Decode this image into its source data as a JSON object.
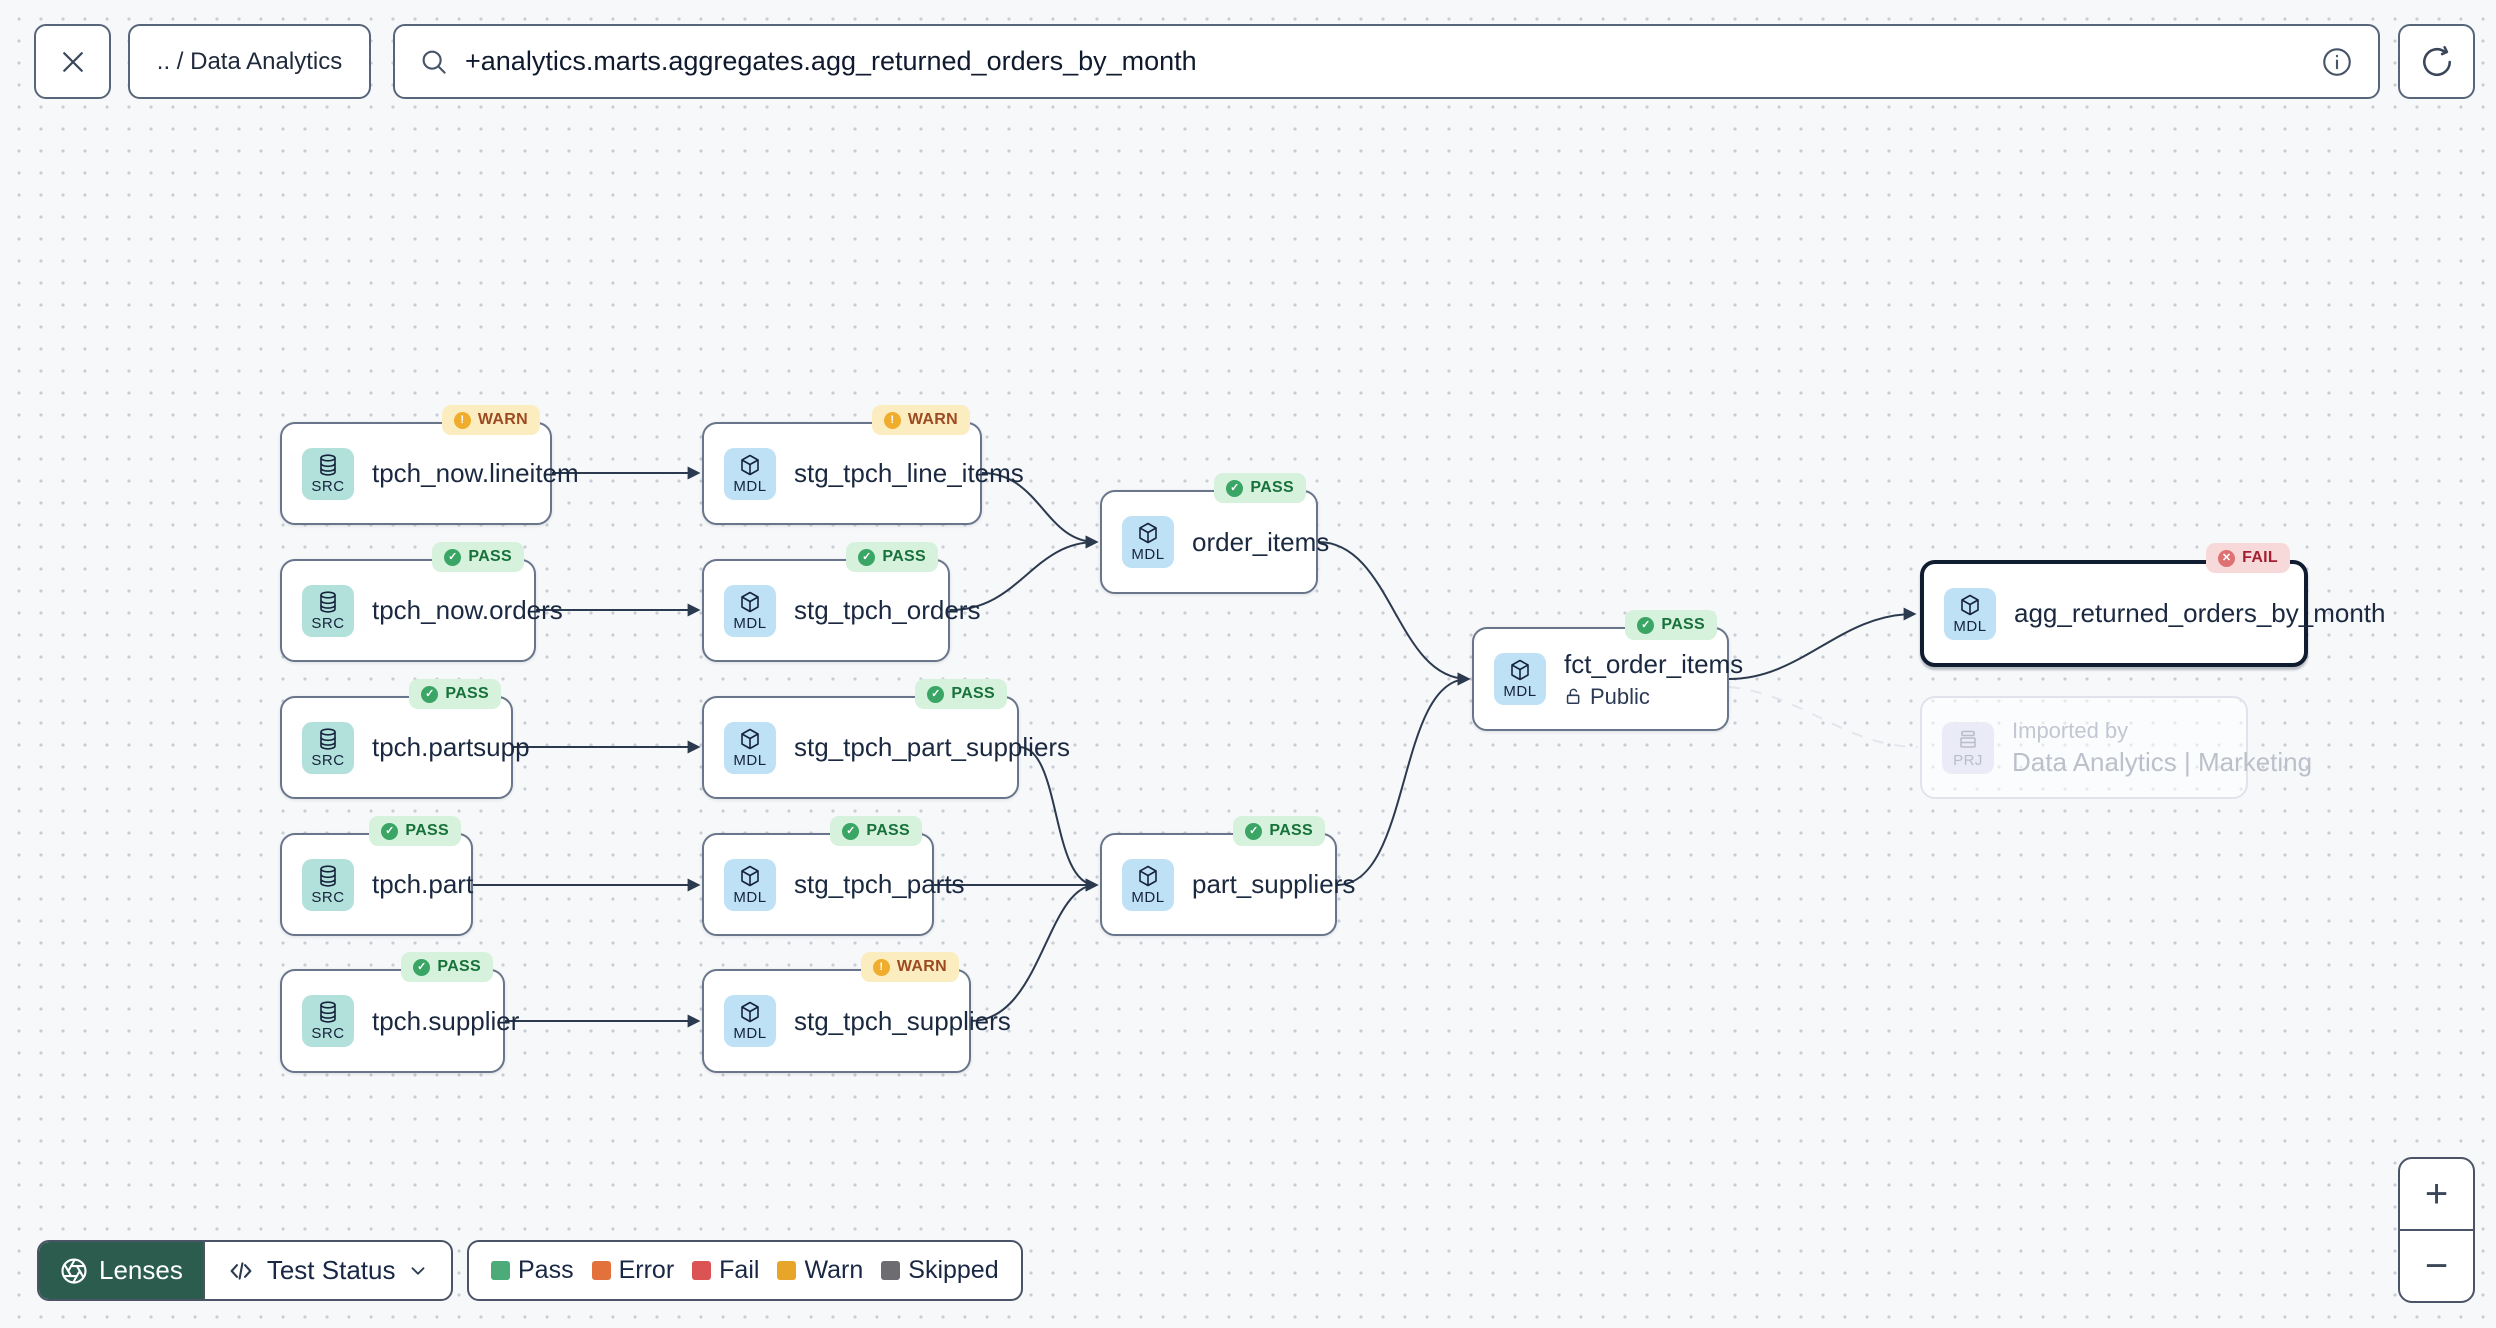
{
  "toolbar": {
    "breadcrumb": ".. / Data Analytics",
    "search": {
      "value": "+analytics.marts.aggregates.agg_returned_orders_by_month"
    }
  },
  "icons": {
    "close": "x",
    "search": "magnifier",
    "info": "info-circle",
    "refresh": "circular-arrow",
    "src": "database-cylinder",
    "mdl": "cube",
    "prj": "project-box",
    "pass": "check-circle",
    "warn": "exclamation-circle",
    "fail": "x-circle",
    "lock_open": "open-padlock",
    "lenses": "aperture",
    "lens_type": "code-brackets",
    "expand": "chevron-down",
    "zoom_in": "plus",
    "zoom_out": "minus"
  },
  "graph": {
    "nodes": [
      {
        "type": "SRC",
        "label": "tpch_now.lineitem",
        "status": "WARN"
      },
      {
        "type": "MDL",
        "label": "stg_tpch_line_items",
        "status": "WARN"
      },
      {
        "type": "SRC",
        "label": "tpch_now.orders",
        "status": "PASS"
      },
      {
        "type": "MDL",
        "label": "stg_tpch_orders",
        "status": "PASS"
      },
      {
        "type": "MDL",
        "label": "order_items",
        "status": "PASS"
      },
      {
        "type": "SRC",
        "label": "tpch.partsupp",
        "status": "PASS"
      },
      {
        "type": "MDL",
        "label": "stg_tpch_part_suppliers",
        "status": "PASS"
      },
      {
        "type": "MDL",
        "label": "fct_order_items",
        "status": "PASS",
        "access": "Public"
      },
      {
        "type": "MDL",
        "label": "agg_returned_orders_by_month",
        "status": "FAIL",
        "selected": true
      },
      {
        "type": "SRC",
        "label": "tpch.part",
        "status": "PASS"
      },
      {
        "type": "MDL",
        "label": "stg_tpch_parts",
        "status": "PASS"
      },
      {
        "type": "MDL",
        "label": "part_suppliers",
        "status": "PASS"
      },
      {
        "type": "SRC",
        "label": "tpch.supplier",
        "status": "PASS"
      },
      {
        "type": "MDL",
        "label": "stg_tpch_suppliers",
        "status": "WARN"
      },
      {
        "type": "PRJ",
        "title": "Imported by",
        "label": "Data Analytics | Marketing",
        "ghost": true
      }
    ]
  },
  "footer": {
    "lenses_label": "Lenses",
    "active_lens": "Test Status",
    "legend": [
      {
        "label": "Pass",
        "color": "#4cab79"
      },
      {
        "label": "Error",
        "color": "#e2713c"
      },
      {
        "label": "Fail",
        "color": "#dc5353"
      },
      {
        "label": "Warn",
        "color": "#e7a62a"
      },
      {
        "label": "Skipped",
        "color": "#6d6d71"
      }
    ]
  },
  "zoom_controls": {
    "zoom_in": "+",
    "zoom_out": "−"
  }
}
